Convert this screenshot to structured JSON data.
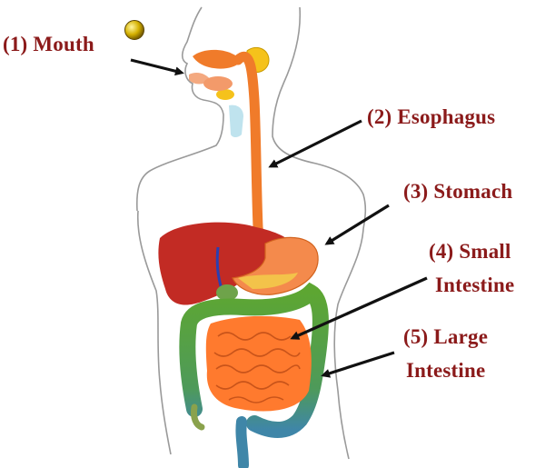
{
  "labels": {
    "mouth": "(1) Mouth",
    "esophagus": "(2) Esophagus",
    "stomach": "(3) Stomach",
    "small_intestine_1": "(4) Small",
    "small_intestine_2": "Intestine",
    "large_intestine_1": "(5) Large",
    "large_intestine_2": "Intestine"
  },
  "colors": {
    "label_text": "#8b1a1a",
    "arrow": "#111111",
    "outline": "#9a9a9a",
    "esophagus": "#f07b2a",
    "liver": "#c22b24",
    "stomach": "#f48a4c",
    "small_intestine": "#ff7a2e",
    "large_intestine": "#5da632",
    "salivary_gland": "#f5c21b",
    "food_ball": "#d4b000"
  }
}
